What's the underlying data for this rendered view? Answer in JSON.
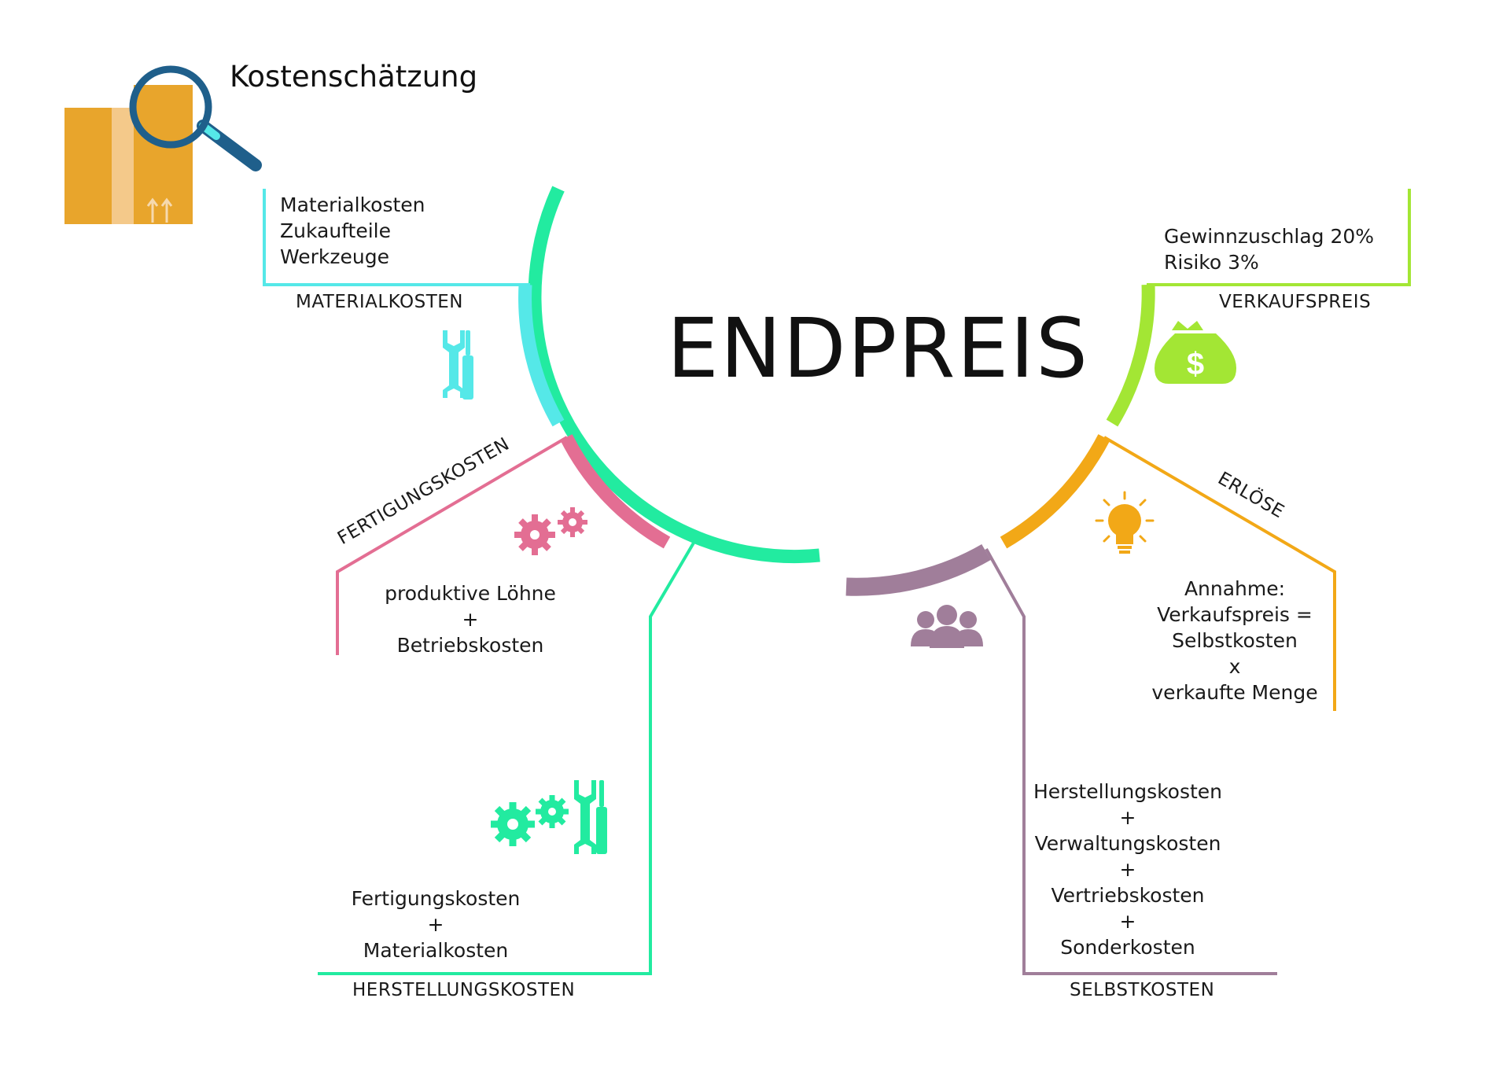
{
  "title": "Kostenschätzung",
  "center_label": "ENDPREIS",
  "colors": {
    "materialkosten": "#55E8E8",
    "fertigungskosten": "#E36E93",
    "herstellungskosten": "#22EBA0",
    "selbstkosten": "#A07E9A",
    "erloese": "#F2A817",
    "verkaufspreis": "#A3E634",
    "box": "#E8A52C",
    "magnifier": "#1F5F8B"
  },
  "sections": {
    "materialkosten": {
      "label": "MATERIALKOSTEN",
      "lines": [
        "Materialkosten",
        "Zukaufteile",
        "Werkzeuge"
      ],
      "icon": "tools-icon"
    },
    "fertigungskosten": {
      "label": "FERTIGUNGSKOSTEN",
      "lines": [
        "produktive Löhne",
        "+",
        "Betriebskosten"
      ],
      "icon": "gears-icon"
    },
    "herstellungskosten": {
      "label": "HERSTELLUNGSKOSTEN",
      "lines": [
        "Fertigungskosten",
        "+",
        "Materialkosten"
      ],
      "icon": "gears-tools-icon"
    },
    "selbstkosten": {
      "label": "SELBSTKOSTEN",
      "lines": [
        "Herstellungskosten",
        "+",
        "Verwaltungskosten",
        "+",
        "Vertriebskosten",
        "+",
        "Sonderkosten"
      ],
      "icon": "people-icon"
    },
    "erloese": {
      "label": "ERLÖSE",
      "lines": [
        "Annahme:",
        "Verkaufspreis =",
        "Selbstkosten",
        "x",
        "verkaufte Menge"
      ],
      "icon": "lightbulb-icon"
    },
    "verkaufspreis": {
      "label": "VERKAUFSPREIS",
      "lines": [
        "Gewinnzuschlag 20%",
        "Risiko 3%"
      ],
      "icon": "money-bag-icon"
    }
  }
}
